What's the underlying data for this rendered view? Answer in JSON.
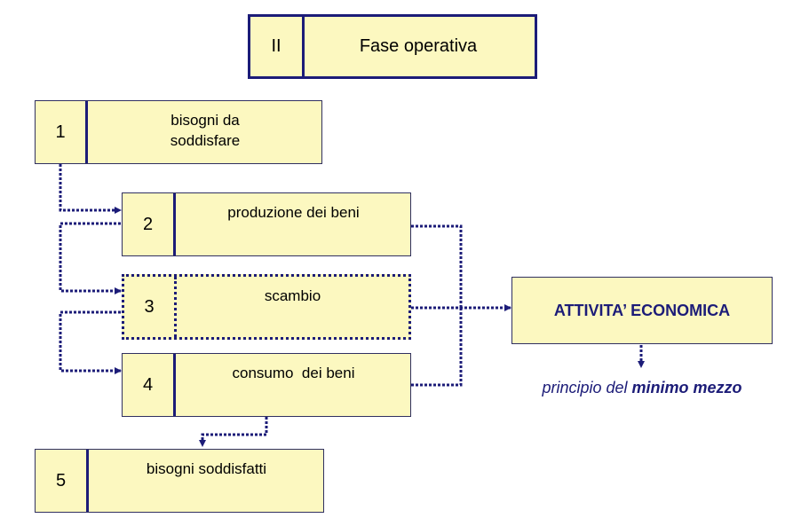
{
  "header": {
    "number": "II",
    "label": "Fase operativa"
  },
  "steps": [
    {
      "number": "1",
      "label": "bisogni da soddisfare"
    },
    {
      "number": "2",
      "label": "produzione dei beni"
    },
    {
      "number": "3",
      "label": "scambio"
    },
    {
      "number": "4",
      "label": "consumo  dei beni"
    },
    {
      "number": "5",
      "label": "bisogni soddisfatti"
    }
  ],
  "result": {
    "label": "ATTIVITA’ ECONOMICA"
  },
  "principle": {
    "prefix": "principio del ",
    "emphasis": "minimo mezzo"
  },
  "colors": {
    "box_fill": "#fcf8c0",
    "line": "#1c1c78",
    "text_accent": "#1c1c78"
  }
}
